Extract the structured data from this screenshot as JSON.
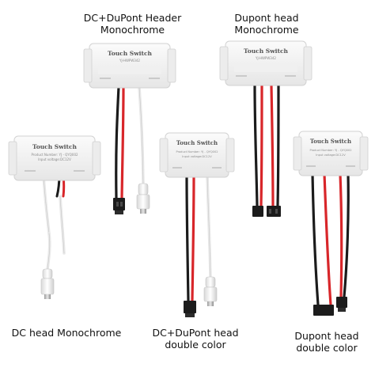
{
  "captions": {
    "top_center": {
      "line1": "DC+DuPont Header",
      "line2": "Monochrome"
    },
    "top_right": {
      "line1": "Dupont head",
      "line2": "Monochrome"
    },
    "bottom_left": {
      "line1": "DC head Monochrome"
    },
    "bottom_center": {
      "line1": "DC+DuPont head",
      "line2": "double color"
    },
    "bottom_right": {
      "line1": "Dupont head",
      "line2": "double color"
    }
  },
  "module": {
    "title": "Touch Switch",
    "model_line": "YJ-HWPW342",
    "product_number": "Product Number: YJ - QYQ002",
    "input_voltage": "Input voltage:DC12V"
  },
  "colors": {
    "wire_red": "#d8262a",
    "wire_black": "#1b1b1b",
    "wire_white": "#eeeeee",
    "module_body": "#f5f5f5"
  },
  "icons": [
    "touch-switch-module",
    "dc-barrel-connector",
    "dupont-connector"
  ]
}
